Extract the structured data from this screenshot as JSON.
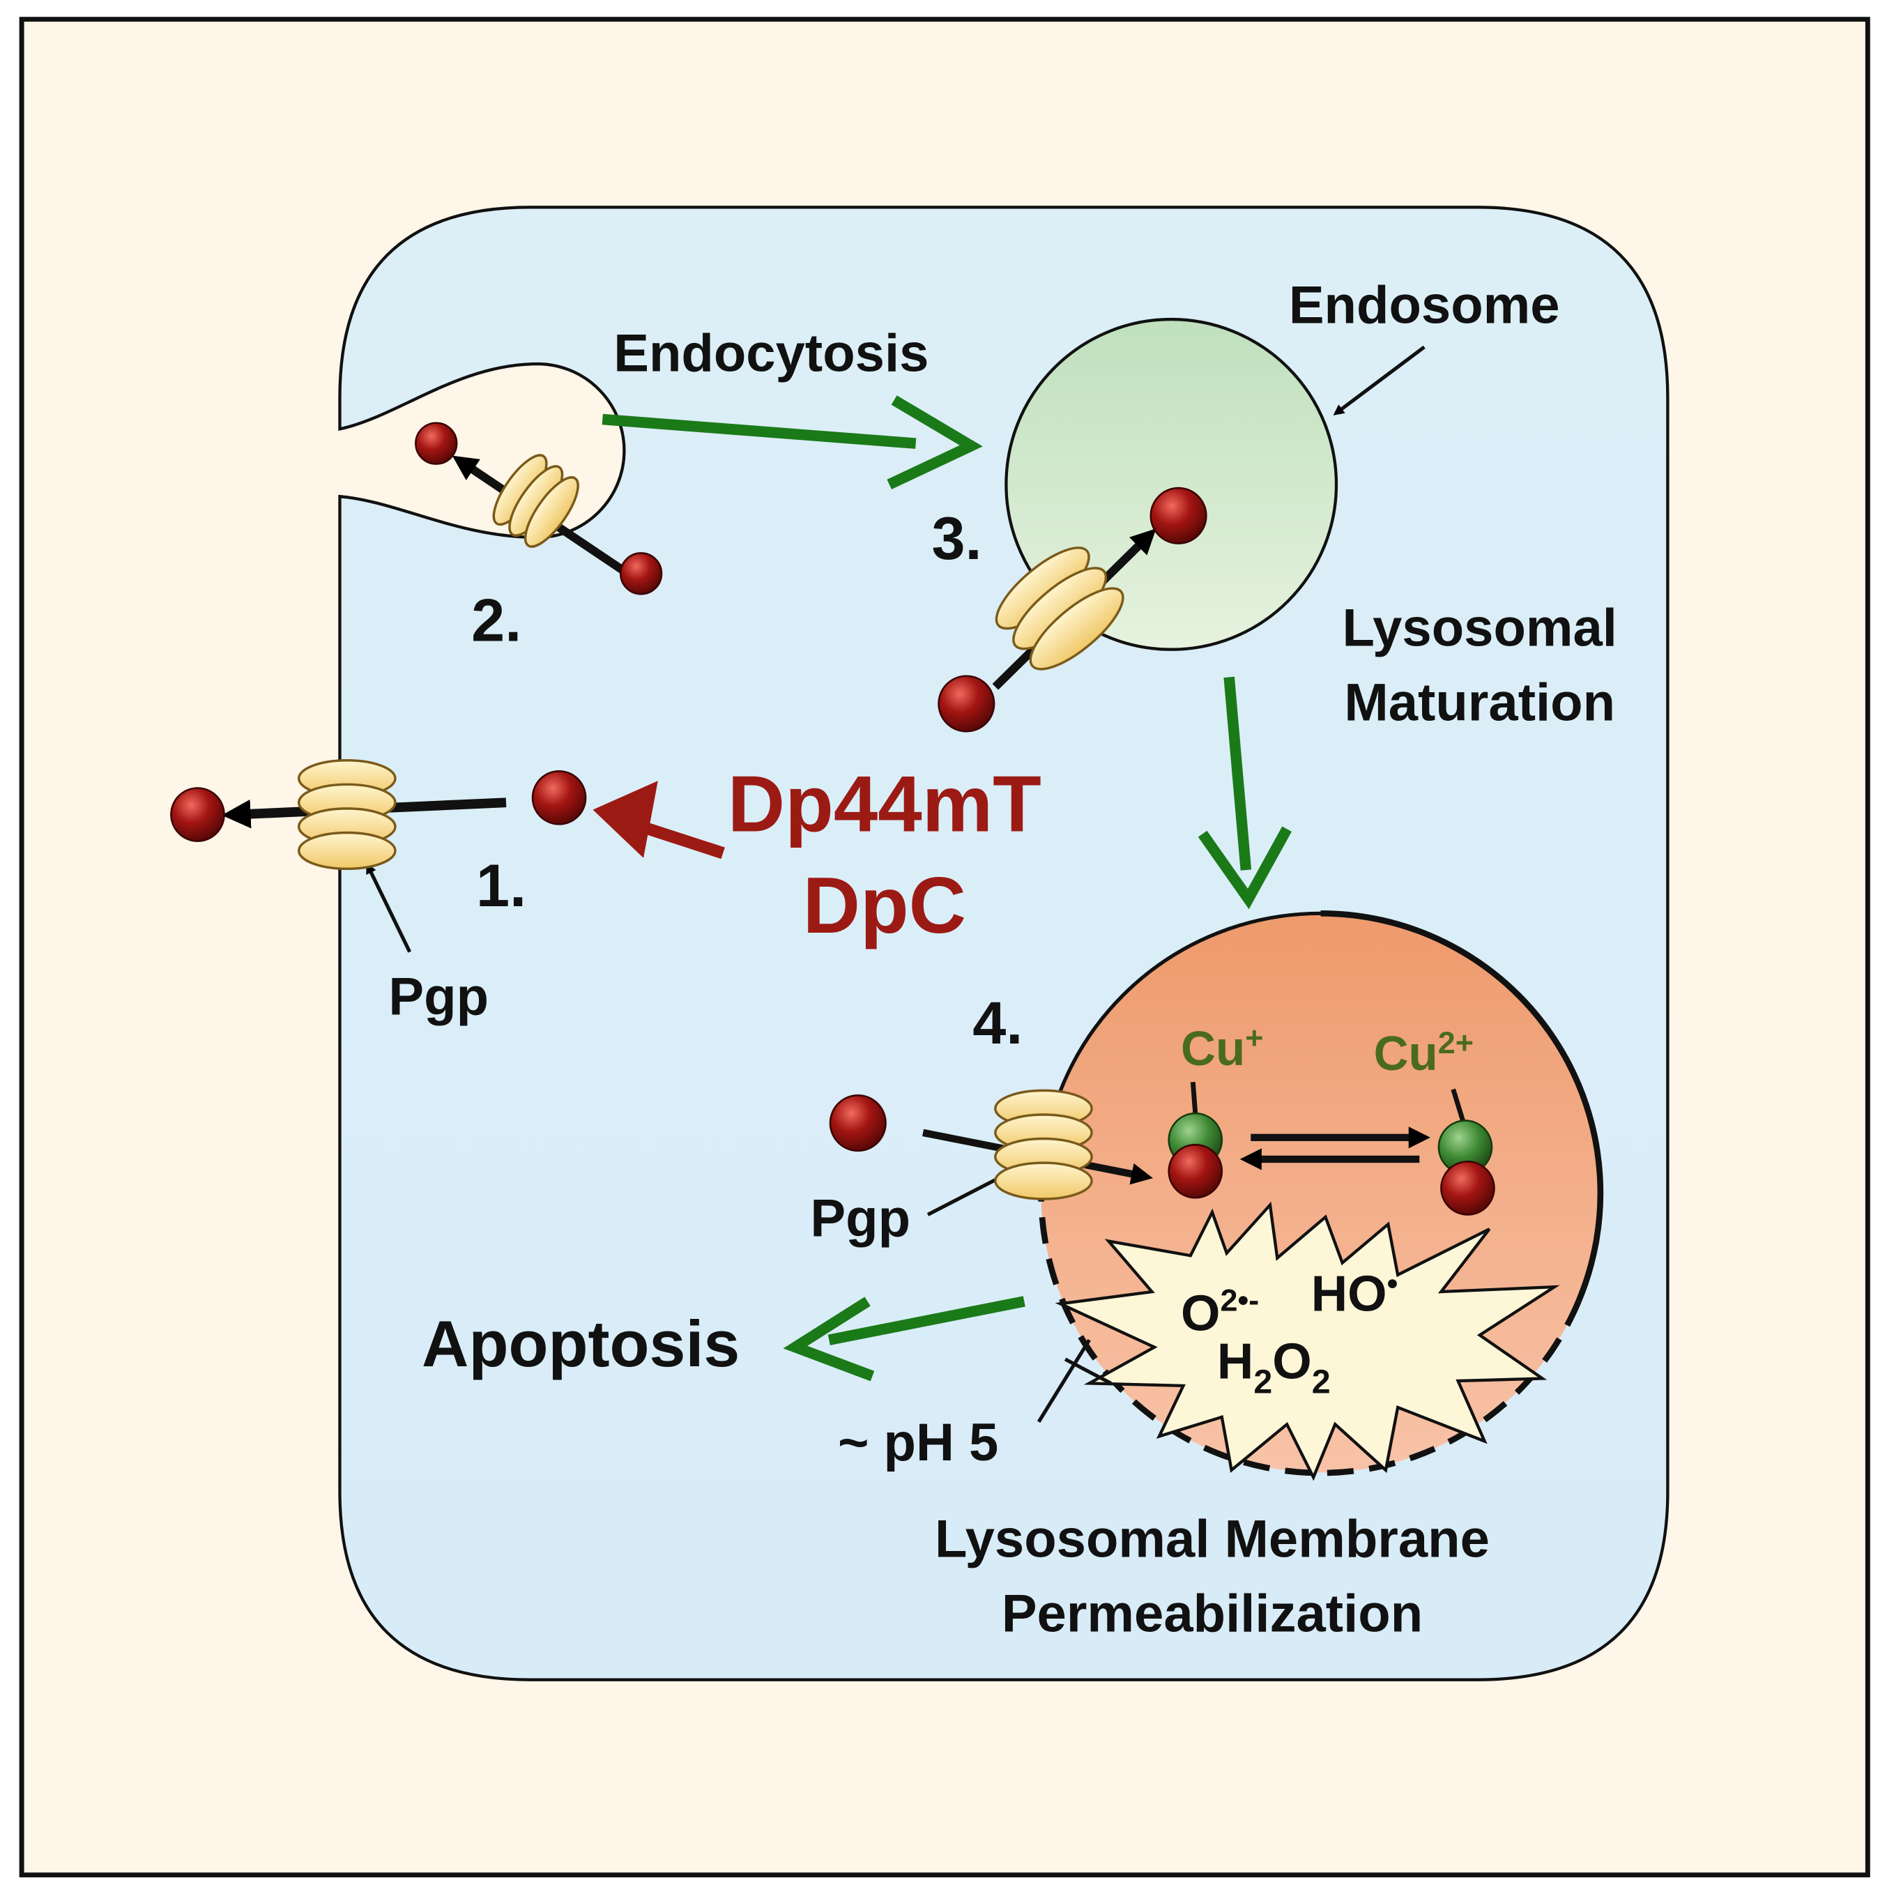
{
  "labels": {
    "endocytosis": "Endocytosis",
    "endosome": "Endosome",
    "lysosomal_maturation_line1": "Lysosomal",
    "lysosomal_maturation_line2": "Maturation",
    "drug_line1": "Dp44mT",
    "drug_line2": "DpC",
    "pgp_top": "Pgp",
    "pgp_lysosome": "Pgp",
    "apoptosis": "Apoptosis",
    "ph": "~ pH 5",
    "lmp_line1": "Lysosomal Membrane",
    "lmp_line2": "Permeabilization"
  },
  "steps": {
    "one": "1.",
    "two": "2.",
    "three": "3.",
    "four": "4."
  },
  "copper": {
    "cu_plus_base": "Cu",
    "cu_plus_charge": "+",
    "cu_two_base": "Cu",
    "cu_two_charge": "2+"
  },
  "ros": {
    "superoxide_base": "O",
    "superoxide_charge": "2•-",
    "hydroxyl_base": "HO",
    "hydroxyl_dot": "•",
    "peroxide_h": "H",
    "peroxide_sub1": "2",
    "peroxide_o": "O",
    "peroxide_sub2": "2"
  },
  "colors": {
    "background": "#fef6e8",
    "cell_fill": "#dff0f8",
    "endosome_fill": "#d2e8cc",
    "lysosome_fill": "#f3a882",
    "green_arrow": "#1b7a18",
    "drug_red": "#9c1a14",
    "copper_green": "#4a6b1f",
    "molecule_red": "#a31512",
    "pgp_yellow": "#f7d990"
  }
}
